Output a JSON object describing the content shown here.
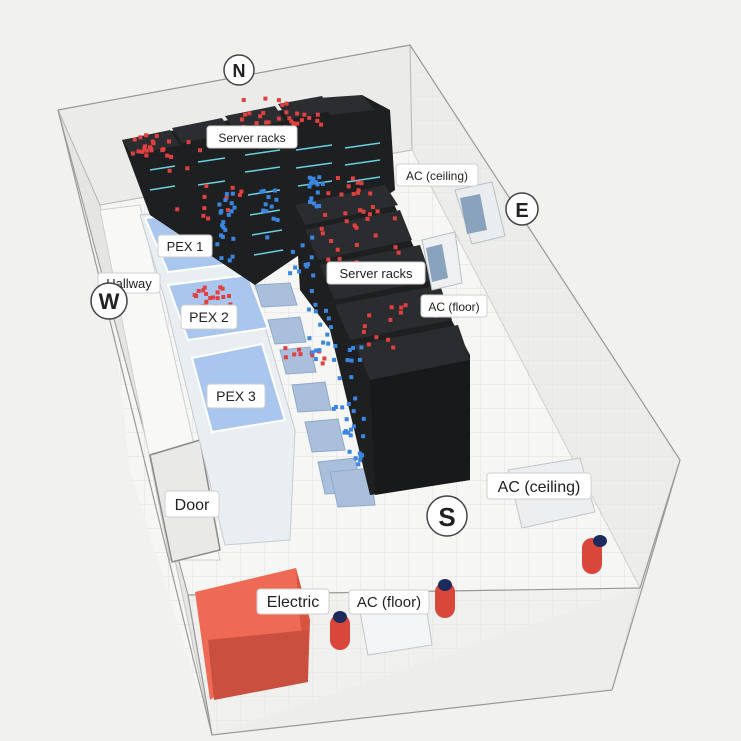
{
  "compass": {
    "north": "N",
    "east": "E",
    "south": "S",
    "west": "W"
  },
  "labels": {
    "server_racks_back": "Server racks",
    "server_racks_front": "Server racks",
    "ac_ceiling_back": "AC (ceiling)",
    "ac_floor_back": "AC (floor)",
    "ac_ceiling_front": "AC (ceiling)",
    "ac_floor_front": "AC (floor)",
    "pex1": "PEX 1",
    "pex2": "PEX 2",
    "pex3": "PEX 3",
    "hallway": "Hallway",
    "door": "Door",
    "electric": "Electric"
  },
  "colors": {
    "floor": "#f4f4f2",
    "rack": "#1e1f21",
    "pex": "#a9c6ee",
    "hot_air": "#e04040",
    "cold_air": "#3a86e0",
    "electric": "#ef6a55",
    "cylinder": "#d9463a",
    "cylinder_cap": "#1d2a5c"
  },
  "icons": {
    "sensor": "cylinder-sensor-icon"
  }
}
